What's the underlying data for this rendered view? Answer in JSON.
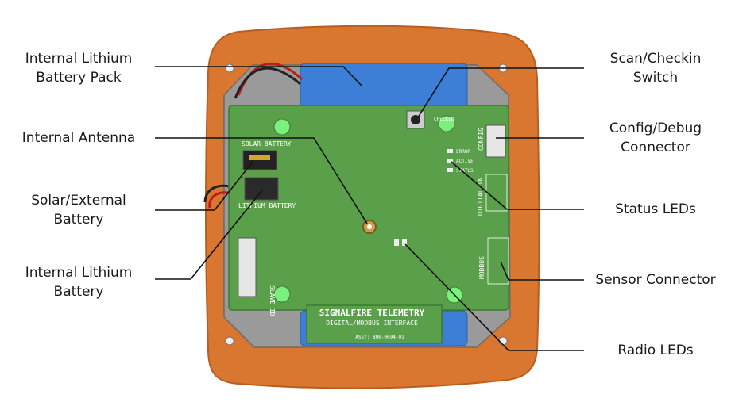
{
  "labels_left": [
    {
      "lines": [
        "Internal Lithium",
        "Battery Pack"
      ]
    },
    {
      "lines": [
        "Internal Antenna"
      ]
    },
    {
      "lines": [
        "Solar/External",
        "Battery"
      ]
    },
    {
      "lines": [
        "Internal Lithium",
        "Battery"
      ]
    }
  ],
  "labels_right": [
    {
      "lines": [
        "Scan/Checkin",
        "Switch"
      ]
    },
    {
      "lines": [
        "Config/Debug",
        "Connector"
      ]
    },
    {
      "lines": [
        "Status LEDs"
      ]
    },
    {
      "lines": [
        "Sensor Connector"
      ]
    },
    {
      "lines": [
        "Radio LEDs"
      ]
    }
  ],
  "board": {
    "title": "SIGNALFIRE TELEMETRY",
    "subtitle": "DIGITAL/MODBUS INTERFACE",
    "assy": "ASSY: 800-0094-01",
    "solar_battery": "SOLAR  BATTERY",
    "lithium_battery": "LITHIUM  BATTERY",
    "slave_id": "SLAVE ID",
    "config": "CONFIG",
    "digital_in": "DIGITAL IN",
    "modbus": "MODBUS",
    "checkin": "CHECKIN",
    "error": "ERROR",
    "active": "ACTIVE",
    "status": "STATUS"
  },
  "colors": {
    "enclosure": "#d9762f",
    "pcb": "#5aa04a",
    "battery": "#3d7ed6",
    "led": "#7cf07c",
    "line": "#111111"
  }
}
